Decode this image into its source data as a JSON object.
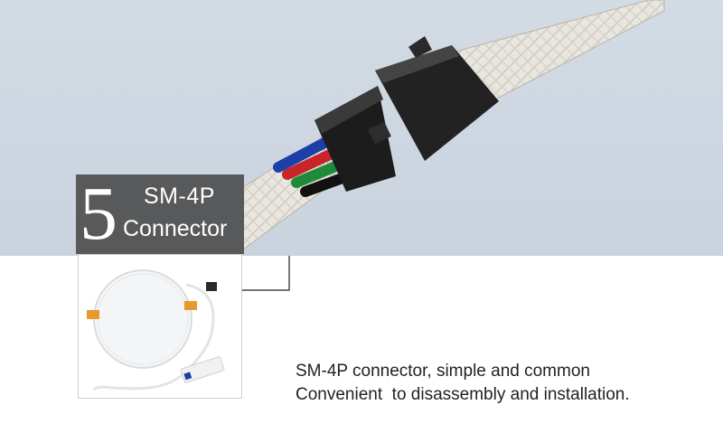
{
  "feature": {
    "number": "5",
    "title_line1": "SM-4P",
    "title_line2": "Connector"
  },
  "caption": {
    "line1": "SM-4P connector, simple and common",
    "line2": "Convenient  to disassembly and installation."
  },
  "colors": {
    "backdrop_top": "#cfd8e2",
    "backdrop_bottom": "#ffffff",
    "badge": "#58595b",
    "connector": "#1f1f1f",
    "sleeve": "#e6e3dc",
    "wire_blue": "#1d3fa8",
    "wire_red": "#c8242a",
    "wire_green": "#1f8b3a",
    "wire_black": "#111111",
    "driver_orange": "#e8992e"
  }
}
